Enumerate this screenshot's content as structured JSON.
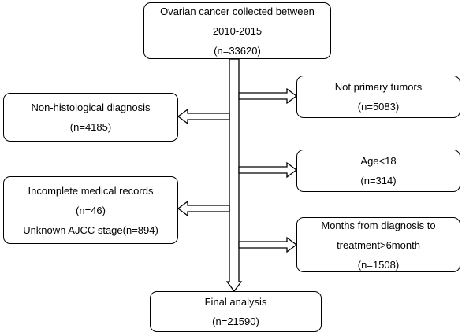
{
  "flowchart": {
    "top": {
      "line1": "Ovarian cancer collected between",
      "line2": "2010-2015",
      "line3": "(n=33620)"
    },
    "not_primary": {
      "line1": "Not primary tumors",
      "line2": "(n=5083)"
    },
    "nonhistological": {
      "line1": "Non-histological diagnosis",
      "line2": "(n=4185)"
    },
    "age": {
      "line1": "Age<18",
      "line2": "(n=314)"
    },
    "incomplete": {
      "line1": "Incomplete medical records",
      "line2": "(n=46)",
      "line3": "Unknown AJCC stage(n=894)"
    },
    "months": {
      "line1": "Months from diagnosis to",
      "line2": "treatment>6month",
      "line3": "(n=1508)"
    },
    "final": {
      "line1": "Final analysis",
      "line2": "(n=21590)"
    }
  }
}
